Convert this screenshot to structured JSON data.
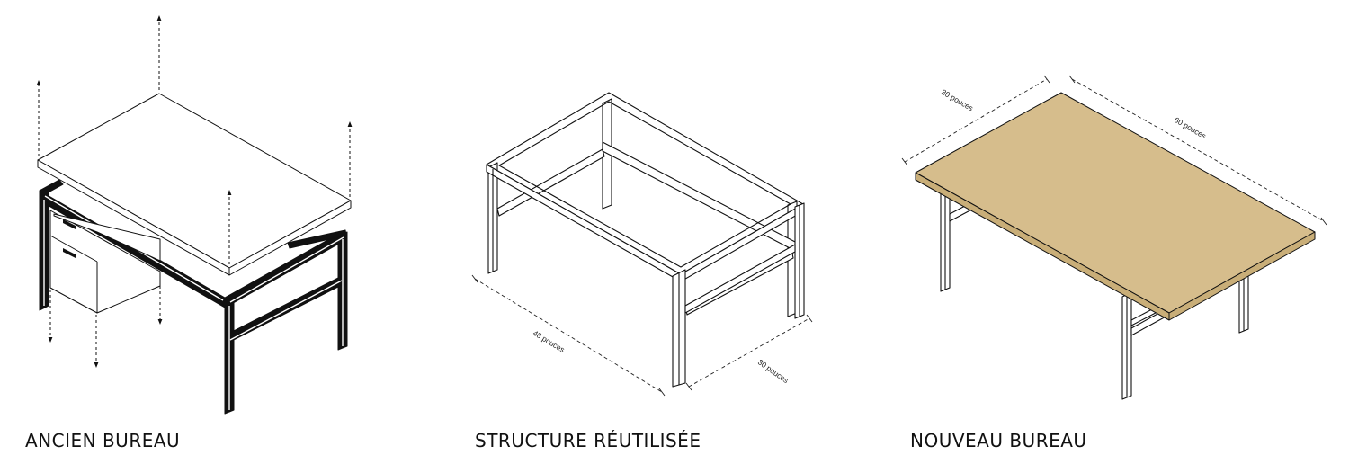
{
  "panels": [
    {
      "caption": "ANCIEN BUREAU"
    },
    {
      "caption": "STRUCTURE RÉUTILISÉE",
      "dim_a": "48 pouces",
      "dim_b": "30 pouces"
    },
    {
      "caption": "NOUVEAU BUREAU",
      "dim_a": "30 pouces",
      "dim_b": "60 pouces"
    }
  ],
  "colors": {
    "line": "#111111",
    "frame": "#111111",
    "wood": "#d6bd8c",
    "wood_edge": "#c9ae78"
  },
  "icons": [
    "arrow-up-icon",
    "arrow-down-icon"
  ]
}
